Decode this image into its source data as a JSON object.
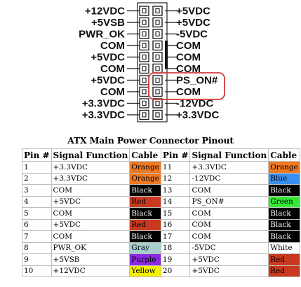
{
  "connector": {
    "left_labels": [
      "+12VDC",
      "+5VSB",
      "PWR_OK",
      "COM",
      "+5VDC",
      "COM",
      "+5VDC",
      "COM",
      "+3.3VDC",
      "+3.3VDC"
    ],
    "right_labels": [
      "+5VDC",
      "+5VDC",
      "-5VDC",
      "COM",
      "COM",
      "COM",
      "PS_ON#",
      "COM",
      "-12VDC",
      "+3.3VDC"
    ],
    "highlight_color": "#d43a3a"
  },
  "table": {
    "title": "ATX Main Power Connector Pinout",
    "headers": [
      "Pin #",
      "Signal Function",
      "Cable",
      "Pin #",
      "Signal Function",
      "Cable"
    ],
    "rows": [
      {
        "pin1": "1",
        "sig1": "+3.3VDC",
        "cab1": "Orange",
        "bg1": "#f07a22",
        "fg1": "#000000",
        "pin2": "11",
        "sig2": "+3.3VDC",
        "cab2": "Orange",
        "bg2": "#f07a22",
        "fg2": "#000000"
      },
      {
        "pin1": "2",
        "sig1": "+3.3VDC",
        "cab1": "Orange",
        "bg1": "#f07a22",
        "fg1": "#000000",
        "pin2": "12",
        "sig2": "-12VDC",
        "cab2": "Blue",
        "bg2": "#3a8ff0",
        "fg2": "#000000"
      },
      {
        "pin1": "3",
        "sig1": "COM",
        "cab1": "Black",
        "bg1": "#000000",
        "fg1": "#ffffff",
        "pin2": "13",
        "sig2": "COM",
        "cab2": "Black",
        "bg2": "#000000",
        "fg2": "#ffffff"
      },
      {
        "pin1": "4",
        "sig1": "+5VDC",
        "cab1": "Red",
        "bg1": "#c8391f",
        "fg1": "#000000",
        "pin2": "14",
        "sig2": "PS_ON#",
        "cab2": "Green",
        "bg2": "#35e835",
        "fg2": "#000000"
      },
      {
        "pin1": "5",
        "sig1": "COM",
        "cab1": "Black",
        "bg1": "#000000",
        "fg1": "#ffffff",
        "pin2": "15",
        "sig2": "COM",
        "cab2": "Black",
        "bg2": "#000000",
        "fg2": "#ffffff"
      },
      {
        "pin1": "6",
        "sig1": "+5VDC",
        "cab1": "Red",
        "bg1": "#c8391f",
        "fg1": "#000000",
        "pin2": "16",
        "sig2": "COM",
        "cab2": "Black",
        "bg2": "#000000",
        "fg2": "#ffffff"
      },
      {
        "pin1": "7",
        "sig1": "COM",
        "cab1": "Black",
        "bg1": "#000000",
        "fg1": "#ffffff",
        "pin2": "17",
        "sig2": "COM",
        "cab2": "Black",
        "bg2": "#000000",
        "fg2": "#ffffff"
      },
      {
        "pin1": "8",
        "sig1": "PWR_OK",
        "cab1": "Gray",
        "bg1": "#a6cfcf",
        "fg1": "#000000",
        "pin2": "18",
        "sig2": "-5VDC",
        "cab2": "White",
        "bg2": "#ffffff",
        "fg2": "#000000"
      },
      {
        "pin1": "9",
        "sig1": "+5VSB",
        "cab1": "Purple",
        "bg1": "#8a2be2",
        "fg1": "#000000",
        "pin2": "19",
        "sig2": "+5VDC",
        "cab2": "Red",
        "bg2": "#c8391f",
        "fg2": "#000000"
      },
      {
        "pin1": "10",
        "sig1": "+12VDC",
        "cab1": "Yellow",
        "bg1": "#f5f000",
        "fg1": "#000000",
        "pin2": "20",
        "sig2": "+5VDC",
        "cab2": "Red",
        "bg2": "#c8391f",
        "fg2": "#000000"
      }
    ]
  }
}
